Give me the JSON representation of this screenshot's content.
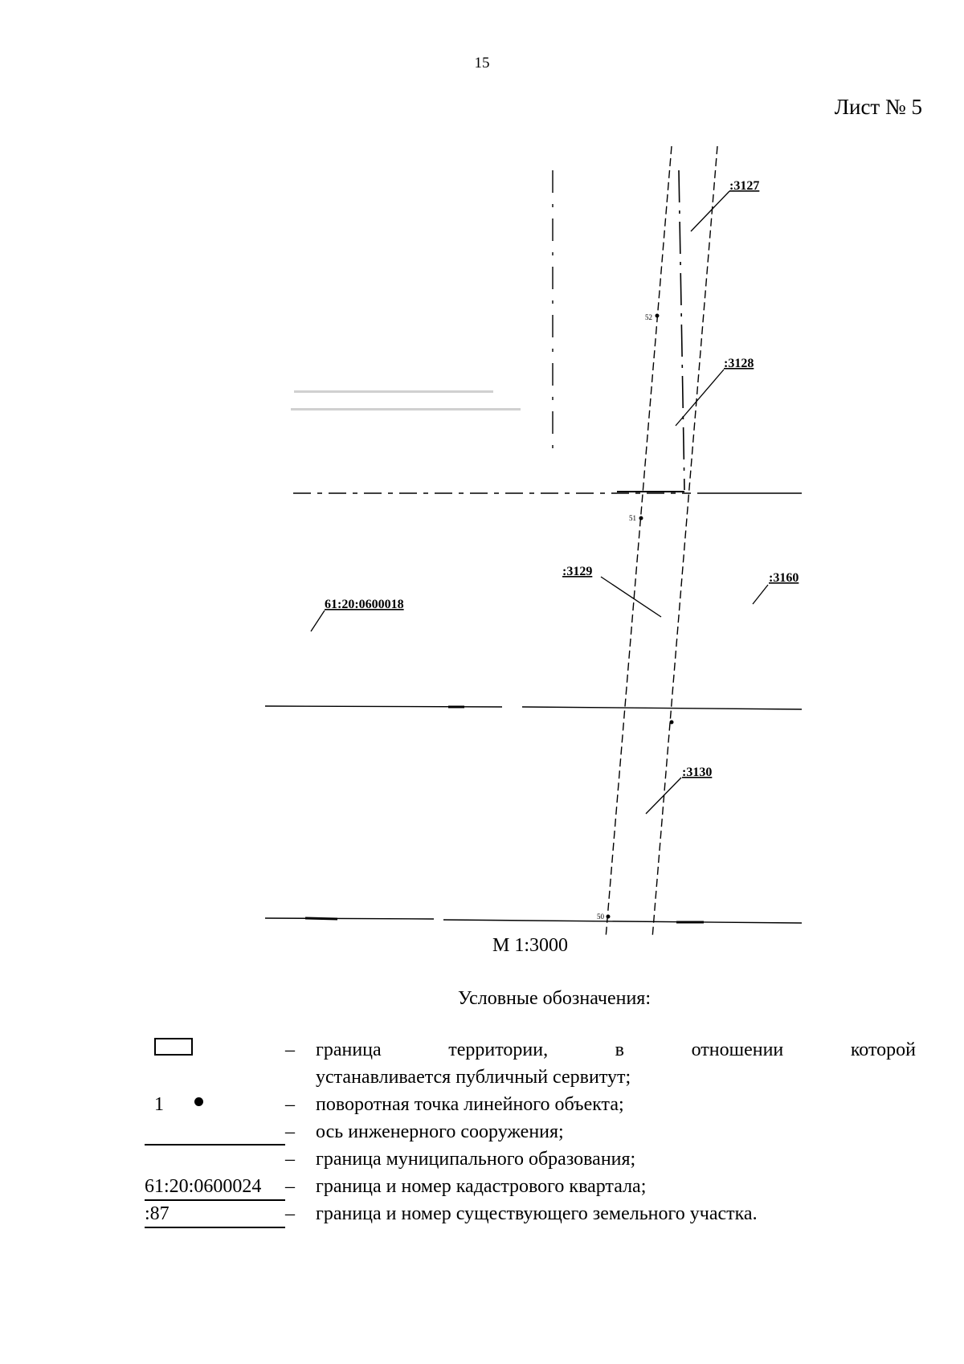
{
  "page": {
    "number": "15",
    "sheet": "Лист № 5"
  },
  "map": {
    "quarter_label": "61:20:0600018",
    "parcels": [
      ":3127",
      ":3128",
      ":3129",
      ":3160",
      ":3130"
    ],
    "points": [
      "52",
      "51",
      "50"
    ],
    "scale": "М 1:3000"
  },
  "legend": {
    "title": "Условные обозначения:",
    "items": [
      {
        "dash": "–",
        "text_line1": "граница территории, в отношении которой",
        "text_line2": "устанавливается публичный сервитут;"
      },
      {
        "dash": "–",
        "symbol_number": "1",
        "text": "поворотная точка линейного объекта;"
      },
      {
        "dash": "–",
        "text": "ось инженерного сооружения;"
      },
      {
        "dash": "–",
        "text": "граница муниципального образования;"
      },
      {
        "dash": "–",
        "symbol_text": "61:20:0600024",
        "text": "граница и номер кадастрового квартала;"
      },
      {
        "dash": "–",
        "symbol_text": ":87",
        "text": "граница и номер существующего земельного участка."
      }
    ]
  }
}
